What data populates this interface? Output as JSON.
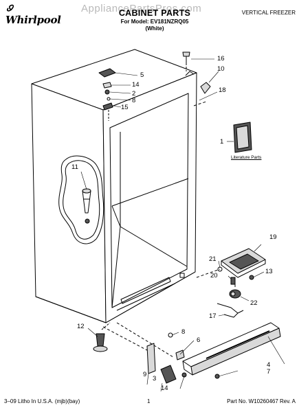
{
  "header": {
    "brand": "Whirlpool",
    "watermark": "AppliancePartsPros.com",
    "title": "CABINET PARTS",
    "model_line": "For Model: EV181NZRQ05",
    "color_line": "(White)",
    "category": "VERTICAL FREEZER"
  },
  "labels": {
    "literature_parts": "Literature Parts"
  },
  "callouts": [
    "16",
    "10",
    "5",
    "14",
    "2",
    "8",
    "15",
    "18",
    "1",
    "11",
    "19",
    "21",
    "13",
    "20",
    "22",
    "17",
    "12",
    "8",
    "6",
    "4",
    "7",
    "9",
    "3",
    "14"
  ],
  "footer": {
    "left": "3–09 Litho In U.S.A. (mjb)(bay)",
    "center": "1",
    "right": "Part No. W10260467 Rev. A"
  },
  "colors": {
    "line": "#000000",
    "cabinet_fill": "#ffffff",
    "part_fill": "#d9d9d9",
    "dark_part_fill": "#555555",
    "watermark": "#b9b9b9"
  },
  "icons": [
    "whirlpool-logo-icon"
  ]
}
